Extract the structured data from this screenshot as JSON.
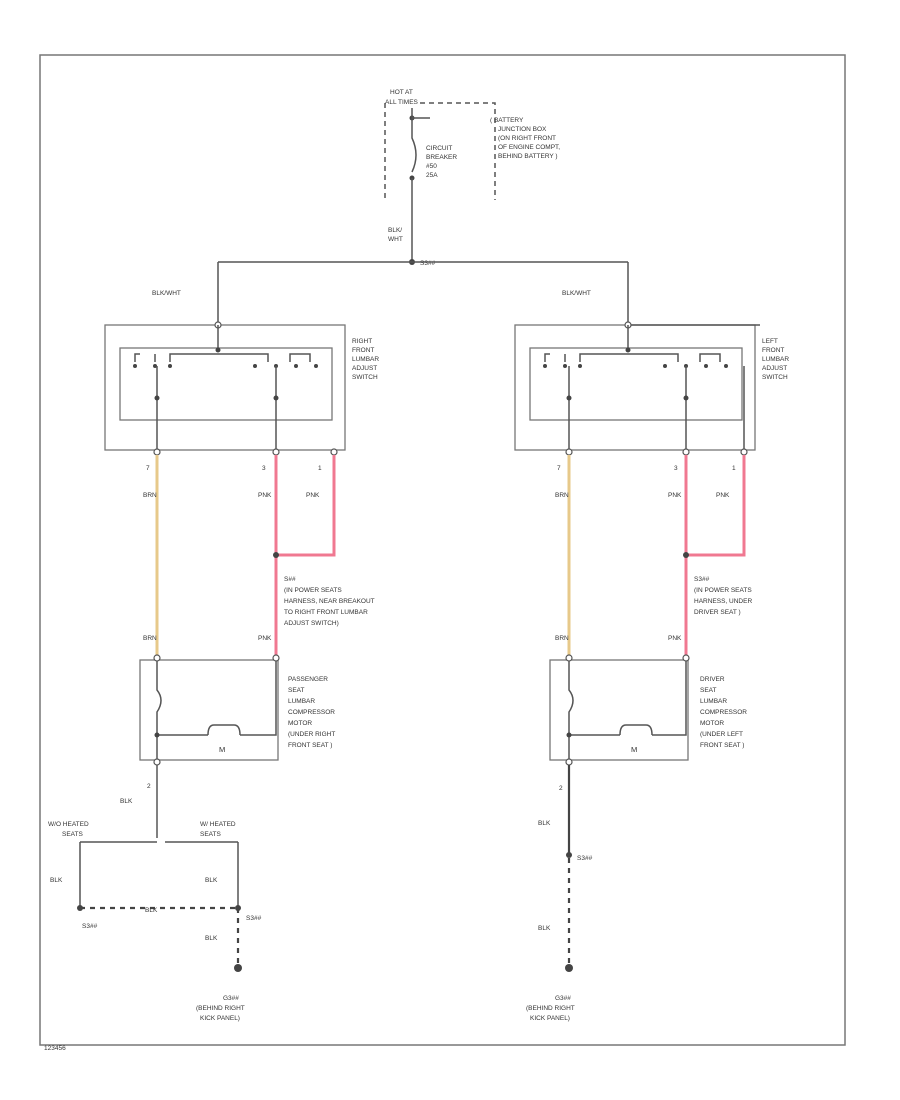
{
  "colors": {
    "wire": "#555555",
    "brn": "#e7c98a",
    "pnk": "#f07891",
    "frame": "#777777"
  },
  "power": {
    "hot_at": "HOT AT",
    "hot_at_times": "ALL TIMES",
    "breaker_l1": "CIRCUIT",
    "breaker_l2": "BREAKER",
    "breaker_l3": "#50",
    "breaker_l4": "25A",
    "junction_l1": "( BATTERY",
    "junction_l2": "JUNCTION BOX",
    "junction_l3": "(ON RIGHT FRONT",
    "junction_l4": "OF ENGINE COMPT,",
    "junction_l5": "BEHIND BATTERY )",
    "feed_color_l1": "BLK/",
    "feed_color_l2": "WHT",
    "splice": "S3##",
    "branch_right": "BLK/WHT",
    "branch_left": "BLK/WHT"
  },
  "right_side": {
    "switch_l1": "RIGHT",
    "switch_l2": "FRONT",
    "switch_l3": "LUMBAR",
    "switch_l4": "ADJUST",
    "switch_l5": "SWITCH",
    "pin1": "7",
    "pin2": "3",
    "pin3": "1",
    "wire1": "BRN",
    "wire2": "PNK",
    "wire3": "PNK",
    "splice_l1": "S##",
    "splice_l2": "(IN POWER SEATS",
    "splice_l3": "HARNESS, NEAR BREAKOUT",
    "splice_l4": "TO RIGHT FRONT LUMBAR",
    "splice_l5": "ADJUST SWITCH)",
    "motor_wire1": "BRN",
    "motor_wire2": "PNK",
    "motor_l1": "PASSENGER",
    "motor_l2": "SEAT",
    "motor_l3": "LUMBAR",
    "motor_l4": "COMPRESSOR",
    "motor_l5": "MOTOR",
    "motor_l6": "(UNDER RIGHT",
    "motor_l7": "FRONT SEAT )",
    "motor_symbol": "M",
    "ground_pin": "2",
    "ground_wire": "BLK",
    "without_heated": "W/O HEATED",
    "without_heated2": "SEATS",
    "with_heated": "W/ HEATED",
    "with_heated2": "SEATS",
    "left_ground_wire": "BLK",
    "right_ground_wire": "BLK",
    "bus_label": "BLK",
    "splice_a": "S3##",
    "splice_b": "S3##",
    "final_wire": "BLK",
    "ground_id": "G3##",
    "ground_l1": "(BEHIND RIGHT",
    "ground_l2": "KICK PANEL)"
  },
  "left_side": {
    "switch_l1": "LEFT",
    "switch_l2": "FRONT",
    "switch_l3": "LUMBAR",
    "switch_l4": "ADJUST",
    "switch_l5": "SWITCH",
    "pin1": "7",
    "pin2": "3",
    "pin3": "1",
    "wire1": "BRN",
    "wire2": "PNK",
    "wire3": "PNK",
    "splice_l1": "S3##",
    "splice_l2": "(IN POWER SEATS",
    "splice_l3": "HARNESS, UNDER",
    "splice_l4": "DRIVER SEAT )",
    "motor_wire1": "BRN",
    "motor_wire2": "PNK",
    "motor_l1": "DRIVER",
    "motor_l2": "SEAT",
    "motor_l3": "LUMBAR",
    "motor_l4": "COMPRESSOR",
    "motor_l5": "MOTOR",
    "motor_l6": "(UNDER LEFT",
    "motor_l7": "FRONT SEAT )",
    "motor_symbol": "M",
    "ground_pin": "2",
    "ground_wire": "BLK",
    "splice": "S3##",
    "final_wire": "BLK",
    "ground_id": "G3##",
    "ground_l1": "(BEHIND RIGHT",
    "ground_l2": "KICK PANEL)"
  },
  "footer_code": "123456"
}
